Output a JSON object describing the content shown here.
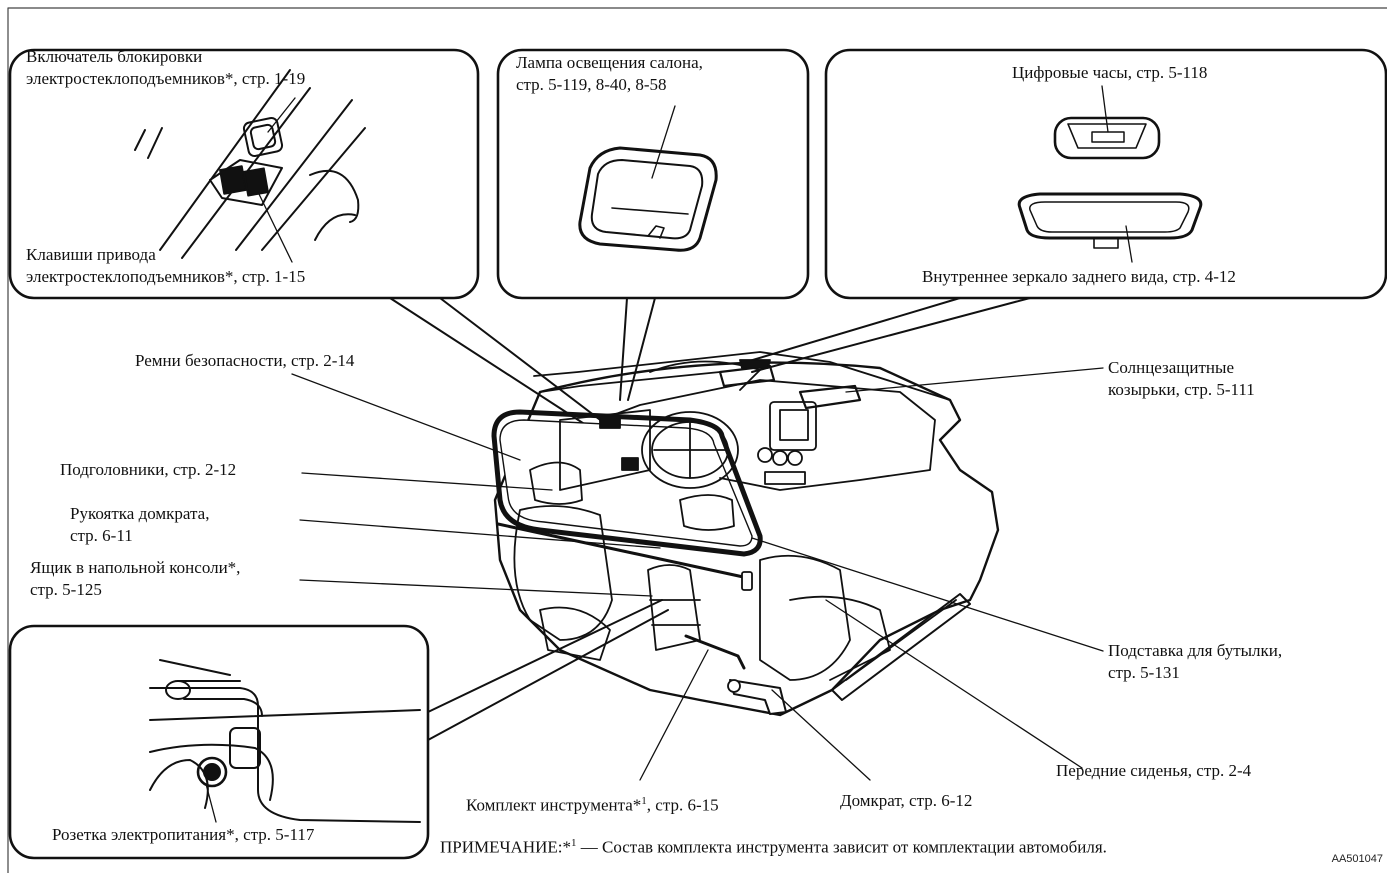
{
  "callouts": {
    "window_lock": {
      "line1": "Включатель блокировки",
      "line2": "электростеклоподъемников*, стр. 1-19"
    },
    "window_switches": {
      "line1": "Клавиши привода",
      "line2": "электростеклоподъемников*, стр. 1-15"
    },
    "room_lamp": {
      "line1": "Лампа освещения салона,",
      "line2": "стр. 5-119, 8-40, 8-58"
    },
    "digital_clock": "Цифровые часы, стр. 5-118",
    "rear_mirror": "Внутреннее зеркало заднего вида, стр. 4-12",
    "power_outlet": "Розетка электропитания*, стр. 5-117"
  },
  "labels": {
    "seat_belts": "Ремни безопасности, стр. 2-14",
    "head_restraints": "Подголовники, стр. 2-12",
    "jack_handle": {
      "line1": "Рукоятка домкрата,",
      "line2": "стр. 6-11"
    },
    "floor_console": {
      "line1": "Ящик в напольной консоли*,",
      "line2": "стр. 5-125"
    },
    "sun_visors": {
      "line1": "Солнцезащитные",
      "line2": "козырьки, стр. 5-111"
    },
    "bottle_holder": {
      "line1": "Подставка для бутылки,",
      "line2": "стр. 5-131"
    },
    "front_seats": "Передние сиденья, стр. 2-4",
    "tool_kit": {
      "text": "Комплект инструмента*",
      "sup": "1",
      "tail": ", стр. 6-15"
    },
    "jack": "Домкрат, стр. 6-12"
  },
  "note": {
    "prefix": "ПРИМЕЧАНИЕ:*",
    "sup": "1",
    "text": " — Состав комплекта инструмента зависит от комплектации автомобиля."
  },
  "figure_code": "AA501047"
}
